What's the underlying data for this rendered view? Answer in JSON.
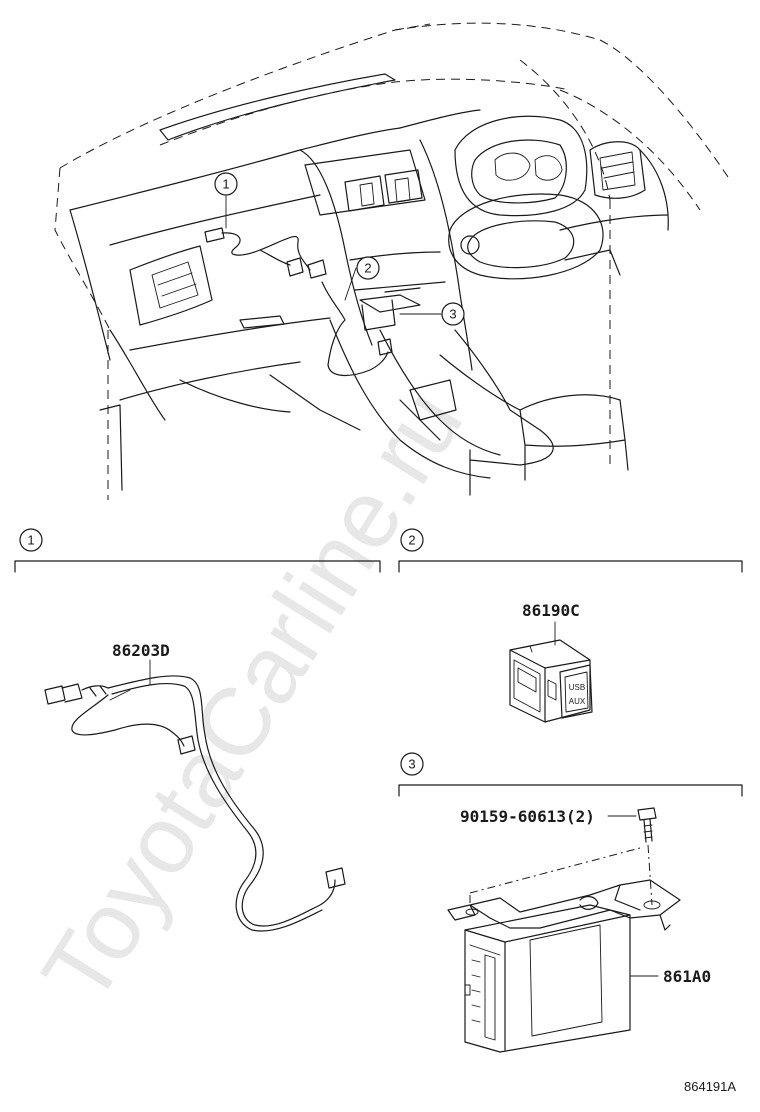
{
  "watermark": "ToyotaCarline.ru",
  "callouts": [
    "1",
    "2",
    "3"
  ],
  "sections": [
    {
      "number": "1",
      "parts": [
        {
          "label": "86203D"
        }
      ]
    },
    {
      "number": "2",
      "parts": [
        {
          "label": "86190C"
        }
      ]
    },
    {
      "number": "3",
      "parts": [
        {
          "label": "90159-60613(2)"
        },
        {
          "label": "861A0"
        }
      ]
    }
  ],
  "switch_text": {
    "line1": "USB",
    "line2": "AUX"
  },
  "illustration_id": "864191A"
}
